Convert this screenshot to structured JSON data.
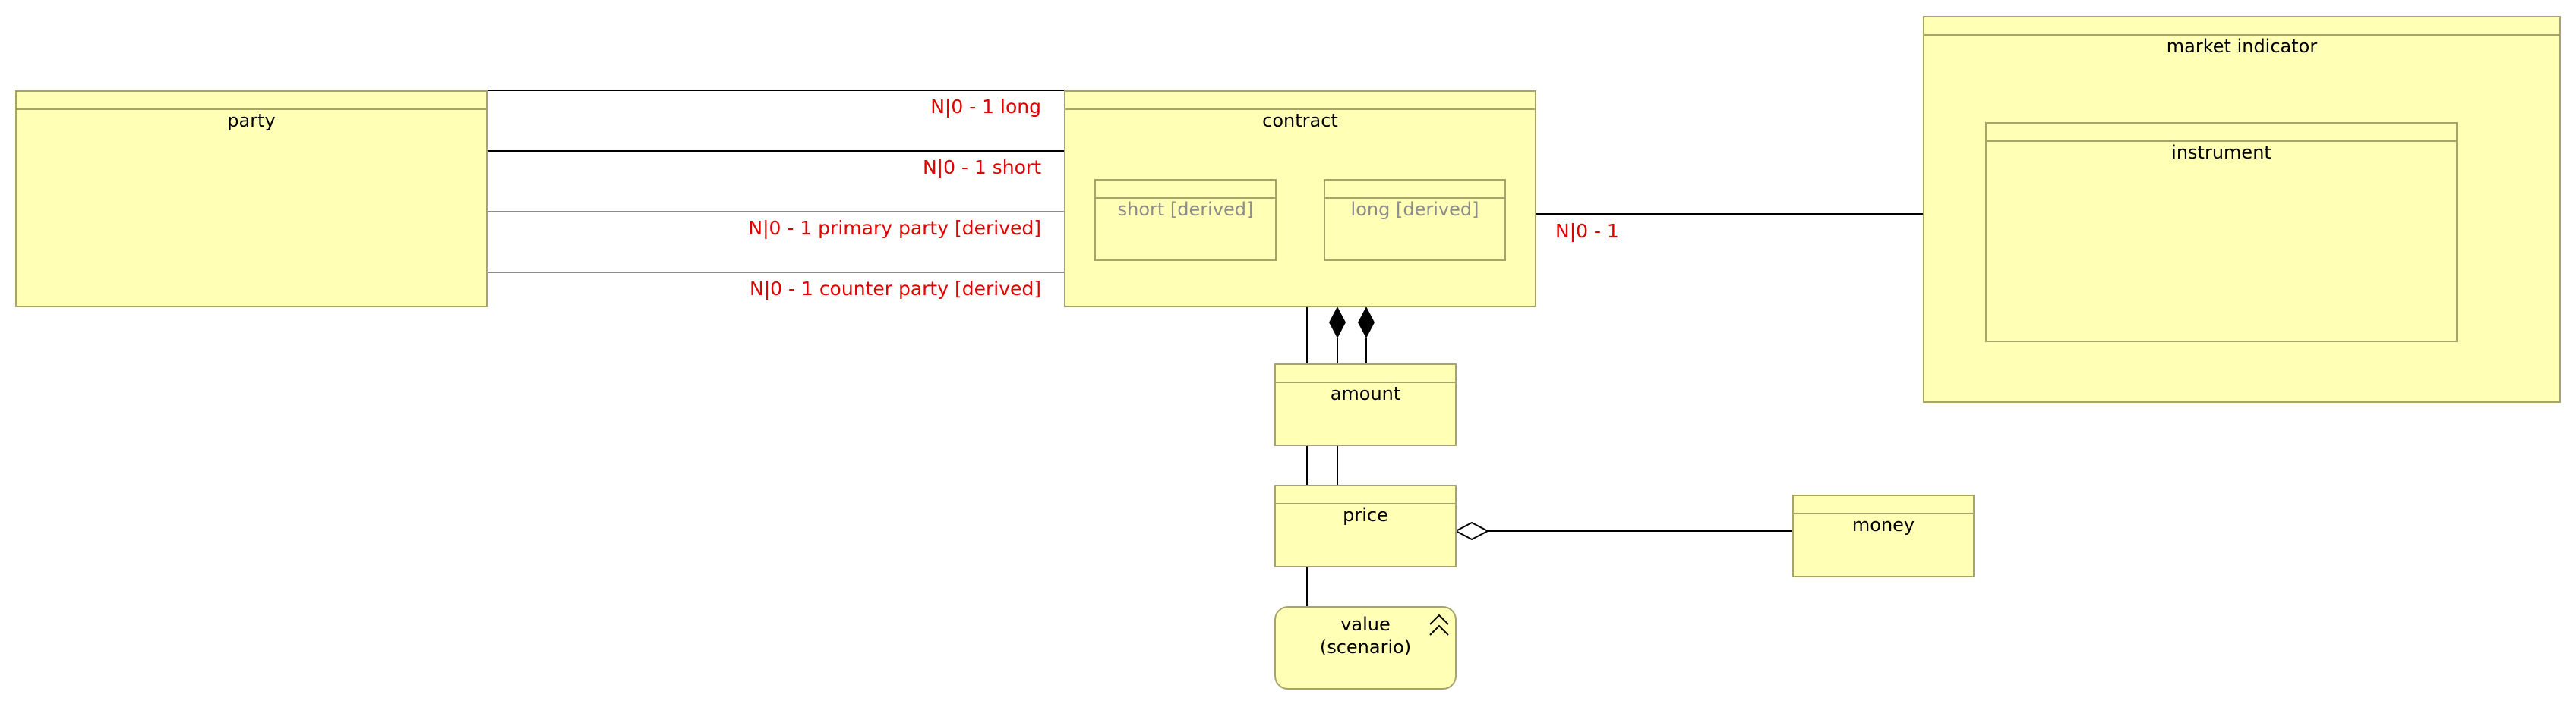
{
  "elements": {
    "party": "party",
    "contract": "contract",
    "short_derived": "short [derived]",
    "long_derived": "long [derived]",
    "market_indicator": "market indicator",
    "instrument": "instrument",
    "amount": "amount",
    "price": "price",
    "money": "money",
    "value_line1": "value",
    "value_line2": "(scenario)"
  },
  "relations": {
    "long": "N|0 - 1 long",
    "short": "N|0 - 1 short",
    "primary_party": "N|0 - 1 primary party [derived]",
    "counter_party": "N|0 - 1 counter party [derived]",
    "market_indicator": "N|0 - 1"
  },
  "colors": {
    "fill": "#ffffb5",
    "border": "#a7a36a",
    "relation_label": "#e00000",
    "derived_text": "#8c8c8c"
  },
  "icons": {
    "value": "scenario-chevron-icon"
  }
}
